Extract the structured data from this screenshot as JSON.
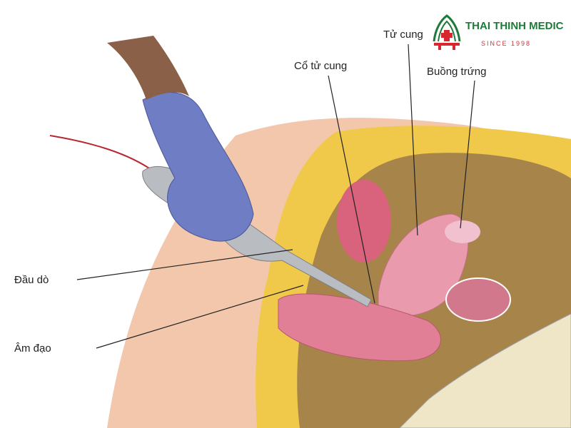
{
  "logo": {
    "brand": "THAI THINH MEDIC",
    "since": "SINCE 1998"
  },
  "labels": {
    "uterus": "Tử cung",
    "cervix": "Cổ tử cung",
    "ovary": "Buồng trứng",
    "probe": "Đầu dò",
    "vagina": "Âm đạo"
  },
  "colors": {
    "skin": "#f3c7ab",
    "fat": "#f0c94a",
    "organ": "#e6889c",
    "glove": "#6e7dc4",
    "probe": "#b9bcc0",
    "brand": "#1f7a3a",
    "accent": "#c0393b"
  }
}
